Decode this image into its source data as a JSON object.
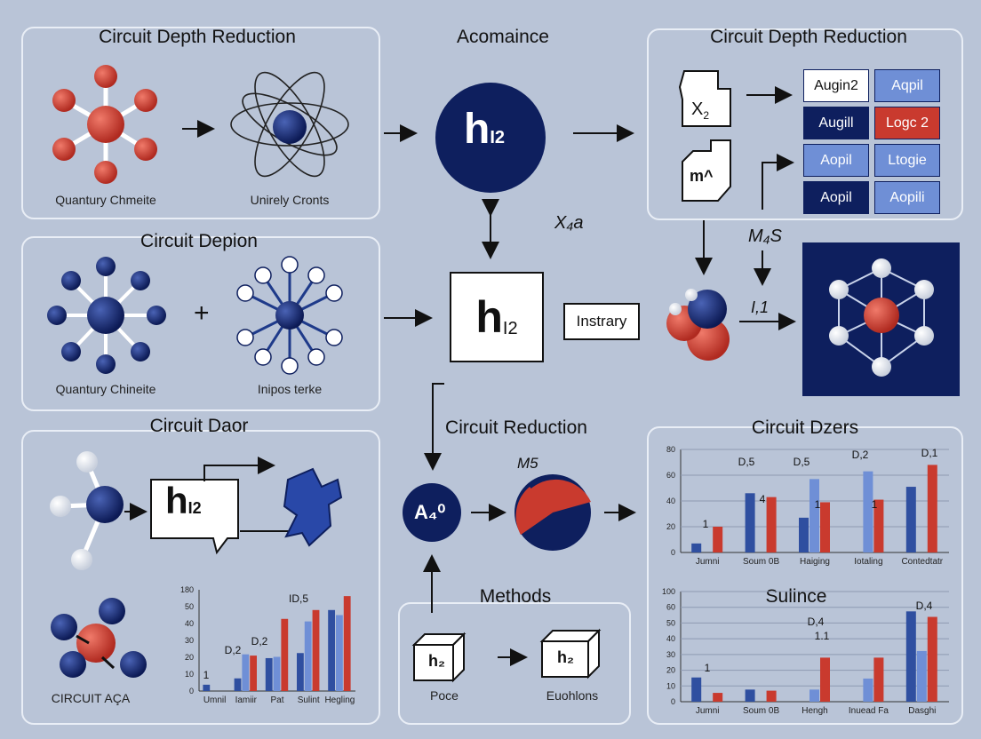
{
  "panels": {
    "top_left_title": "Circuit Depth Reduction",
    "top_center_title": "Acomaince",
    "top_right_title": "Circuit Depth Reduction",
    "mid_left_title": "Circuit Depion",
    "bottom_left_title": "Circuit Daor",
    "bottom_center_title": "Circuit Reduction",
    "bottom_right_title": "Circuit Dzers",
    "methods_title": "Methods",
    "sulince_title": "Sulince"
  },
  "captions": {
    "quantum_1": "Quantury Chmeite",
    "unirely": "Unirely Cronts",
    "quantum_2": "Quantury Chineite",
    "inipos": "Inipos terke",
    "circuit_aca": "CIRCUIT AÇA",
    "poce": "Poce",
    "euohlons": "Euohlons"
  },
  "symbols": {
    "h_main": "h",
    "h_sub": "I2",
    "x2_main": "X",
    "x2_sub": "2",
    "m_box": "m^",
    "x_a": "X₄a",
    "m_s": "M₄S",
    "i1": "I,1",
    "instrary": "Instrary",
    "plus": "+",
    "a0": "A₄⁰",
    "ms_small": "M5",
    "h2_small": "h₂"
  },
  "grid": [
    [
      "Augin2",
      "Aqpil"
    ],
    [
      "Augill",
      "Logc 2"
    ],
    [
      "Aopil",
      "Ltogie"
    ],
    [
      "Aopil",
      "Aopili"
    ]
  ],
  "colors": {
    "navy": "#0e1f5e",
    "red": "#c93a2e",
    "light_blue": "#6f8fd6",
    "mid_blue": "#2f4fa0",
    "bg": "#b9c4d7"
  },
  "chart_data": [
    {
      "type": "bar",
      "categories": [
        "Umnil",
        "Iamiir",
        "Pat",
        "Sulint",
        "Hegling"
      ],
      "yticks": [
        "0",
        "10",
        "20",
        "30",
        "40",
        "50",
        "180"
      ],
      "series": [
        {
          "values": [
            5,
            10,
            26,
            30,
            64
          ]
        },
        {
          "values": [
            0,
            29,
            27,
            55,
            60
          ]
        },
        {
          "values": [
            0,
            28,
            57,
            64,
            75
          ]
        }
      ],
      "annotations": [
        "1",
        "D,2",
        "D,2",
        "ID,5"
      ]
    },
    {
      "type": "bar",
      "categories": [
        "Jumni",
        "Soum 0B",
        "Haiging",
        "Iotaling",
        "Contedtatr"
      ],
      "yticks": [
        "0",
        "20",
        "40",
        "60",
        "80"
      ],
      "series": [
        {
          "values": [
            7,
            46,
            27,
            0,
            51
          ]
        },
        {
          "values": [
            0,
            0,
            57,
            63,
            0
          ]
        },
        {
          "values": [
            20,
            43,
            39,
            41,
            68
          ]
        }
      ],
      "annotations": [
        "1",
        "D,5",
        "4",
        "D,5",
        "1",
        "D,2",
        "1",
        "D,1"
      ]
    },
    {
      "type": "bar",
      "categories": [
        "Jumni",
        "Soum 0B",
        "Hengh",
        "Inuead Fa",
        "Dasghi"
      ],
      "yticks": [
        "0",
        "10",
        "20",
        "30",
        "40",
        "50",
        "60",
        "100"
      ],
      "series": [
        {
          "values": [
            22,
            11,
            0,
            0,
            82
          ]
        },
        {
          "values": [
            0,
            0,
            11,
            21,
            46
          ]
        },
        {
          "values": [
            8,
            10,
            40,
            40,
            77
          ]
        }
      ],
      "annotations": [
        "1",
        "D,4",
        "1.1",
        "D,4"
      ]
    }
  ]
}
